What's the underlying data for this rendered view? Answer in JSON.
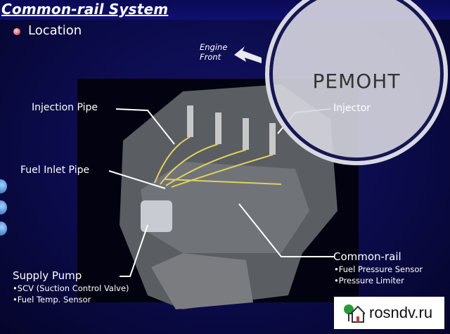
{
  "slide": {
    "title": "Common-rail System",
    "section": "Location",
    "orientation_label": [
      "Engine",
      "Front"
    ]
  },
  "labels": {
    "injection_pipe": "Injection Pipe",
    "injector": "Injector",
    "fuel_inlet_pipe": "Fuel Inlet Pipe",
    "supply_pump": "Supply Pump",
    "supply_pump_items": [
      "•SCV (Suction Control Valve)",
      "•Fuel Temp. Sensor"
    ],
    "common_rail": "Common-rail",
    "common_rail_items": [
      "•Fuel Pressure Sensor",
      "•Pressure Limiter"
    ]
  },
  "watermark": {
    "text": "РЕМОНТ"
  },
  "logo": {
    "text": "rosndv.ru"
  },
  "colors": {
    "background": "#0b0b4a",
    "pipes": "#e0d060",
    "watermark": "#d7d7e1"
  }
}
